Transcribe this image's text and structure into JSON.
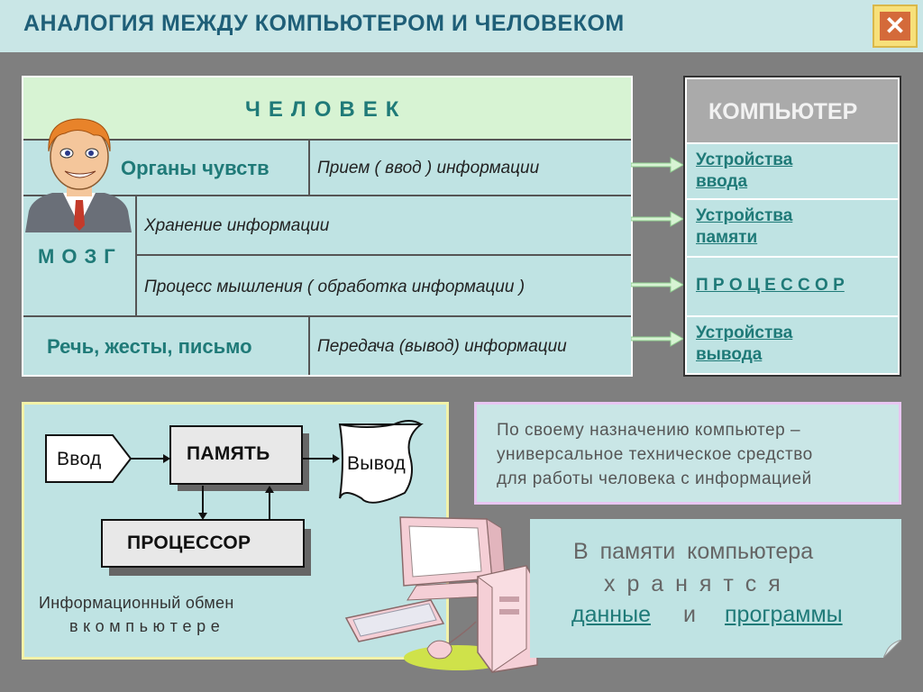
{
  "header": {
    "title": "АНАЛОГИЯ МЕЖДУ КОМПЬЮТЕРОМ И ЧЕЛОВЕКОМ",
    "close_symbol": "✕"
  },
  "human": {
    "title": "ЧЕЛОВЕК",
    "rows": [
      {
        "label": "Органы чувств",
        "text": "Прием ( ввод ) информации"
      },
      {
        "label": "МОЗГ",
        "texts": [
          "Хранение информации",
          "Процесс мышления ( обработка информации )"
        ]
      },
      {
        "label": "Речь, жесты, письмо",
        "text": "Передача (вывод) информации"
      }
    ]
  },
  "computer": {
    "title": "КОМПЬЮТЕР",
    "items": [
      {
        "line1": "Устройства",
        "line2": "ввода"
      },
      {
        "line1": "Устройства",
        "line2": "памяти"
      },
      {
        "line1": "П Р О Ц Е С С О Р",
        "line2": ""
      },
      {
        "line1": "Устройства",
        "line2": "вывода"
      }
    ]
  },
  "exchange": {
    "input": "Ввод",
    "memory": "ПАМЯТЬ",
    "output": "Вывод",
    "processor": "ПРОЦЕССОР",
    "caption_line1": "Информационный обмен",
    "caption_line2": "в   к о м п ь ю т е р е"
  },
  "note_purpose": {
    "line1": "По   своему   назначению   компьютер –",
    "line2": "универсальное   техническое   средство",
    "line3": "для  работы  человека  с  информацией"
  },
  "note_memory": {
    "line1": "В   памяти   компьютера",
    "line2": "х р а н я т с я",
    "link_data": "данные",
    "and_word": "и",
    "link_programs": "программы"
  },
  "colors": {
    "accent": "#1f7a78",
    "panel": "#bfe3e3",
    "header_bg": "#c9e6e6",
    "page_bg": "#7f7f7f"
  }
}
